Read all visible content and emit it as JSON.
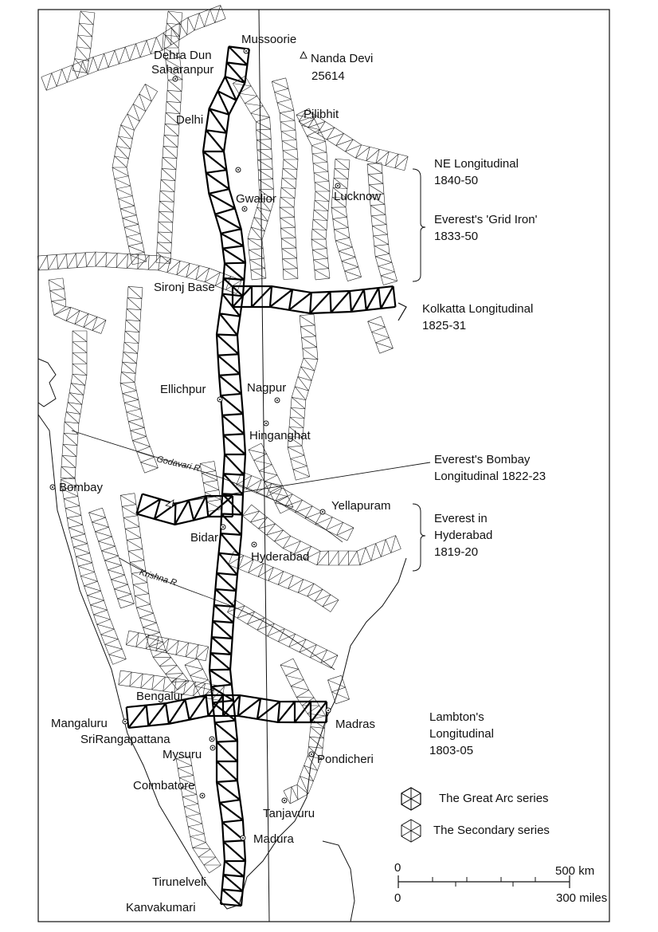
{
  "places": {
    "mussoorie": "Mussoorie",
    "dehra_dun": "Dehra Dun",
    "saharanpur": "Saharanpur",
    "nanda_devi": "Nanda Devi",
    "nanda_devi_height": "25614",
    "pilibhit": "Pilibhit",
    "delhi": "Delhi",
    "gwalior": "Gwalior",
    "lucknow": "Lucknow",
    "sironj_base": "Sironj Base",
    "ellichpur": "Ellichpur",
    "nagpur": "Nagpur",
    "hinganghat": "Hinganghat",
    "bombay": "Bombay",
    "yellapuram": "Yellapuram",
    "bidar": "Bidar",
    "hyderabad": "Hyderabad",
    "bengalur": "Bengalur",
    "mangaluru": "Mangaluru",
    "srirangapattana": "SriRangapattana",
    "mysuru": "Mysuru",
    "madras": "Madras",
    "pondicheri": "Pondicheri",
    "coimbatore": "Coimbatore",
    "tanjavuru": "Tanjavuru",
    "madura": "Madura",
    "tirunelveli": "Tirunelveli",
    "kanvakumari": "Kanvakumari"
  },
  "rivers": {
    "godavari": "Godavari R",
    "krishna": "Krishna R"
  },
  "annotations": {
    "ne_longitudinal": "NE Longitudinal",
    "ne_years": "1840-50",
    "grid_iron": "Everest's 'Grid Iron'",
    "grid_iron_years": "1833-50",
    "kolkatta": "Kolkatta Longitudinal",
    "kolkatta_years": "1825-31",
    "bombay_long": "Everest's Bombay",
    "bombay_long_years": "Longitudinal 1822-23",
    "hyderabad_1": "Everest in",
    "hyderabad_2": "Hyderabad",
    "hyderabad_years": "1819-20",
    "lambton_1": "Lambton's",
    "lambton_2": "Longitudinal",
    "lambton_years": "1803-05"
  },
  "legend": {
    "great_arc": "The Great Arc series",
    "secondary": "The Secondary series"
  },
  "scale": {
    "zero_top": "0",
    "km": "500 km",
    "zero_bottom": "0",
    "miles": "300 miles"
  },
  "colors": {
    "line": "#111111",
    "background": "#ffffff"
  }
}
